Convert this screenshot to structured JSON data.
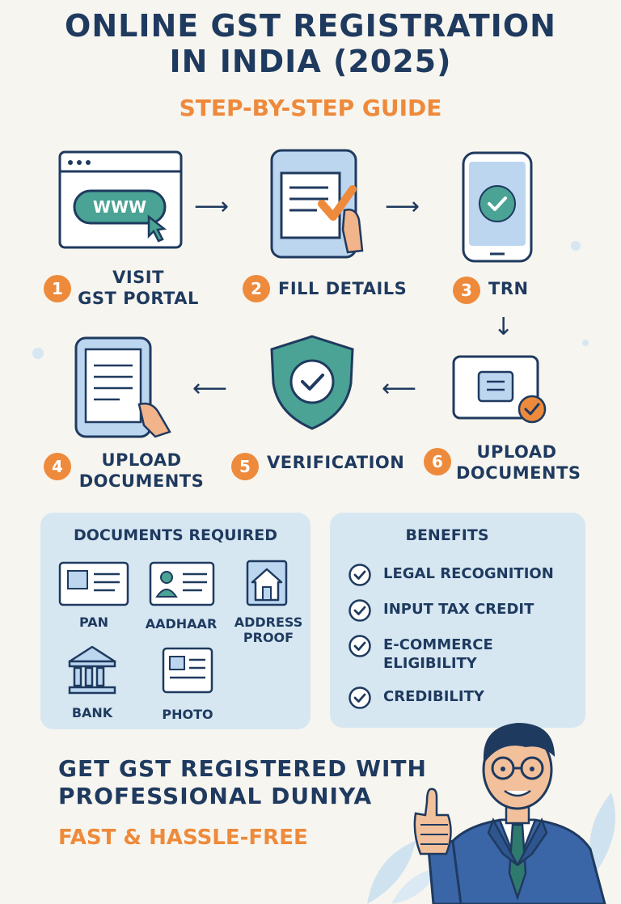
{
  "header": {
    "title_line1": "ONLINE GST REGISTRATION",
    "title_line2": "IN INDIA (2025)",
    "subtitle": "STEP-BY-STEP GUIDE"
  },
  "steps": [
    {
      "number": "1",
      "label_line1": "VISIT",
      "label_line2": "GST PORTAL",
      "icon": "browser-www-icon",
      "url_text": "WWW"
    },
    {
      "number": "2",
      "label_line1": "FILL DETAILS",
      "icon": "tablet-form-check-icon"
    },
    {
      "number": "3",
      "label_line1": "TRN",
      "icon": "phone-checkmark-icon"
    },
    {
      "number": "4",
      "label_line1": "UPLOAD",
      "label_line2": "DOCUMENTS",
      "icon": "tablet-document-icon"
    },
    {
      "number": "5",
      "label_line1": "VERIFICATION",
      "icon": "shield-check-icon"
    },
    {
      "number": "6",
      "label_line1": "UPLOAD",
      "label_line2": "DOCUMENTS",
      "icon": "card-upload-icon"
    }
  ],
  "documents": {
    "title": "DOCUMENTS REQUIRED",
    "items": [
      {
        "label": "PAN",
        "icon": "id-card-icon"
      },
      {
        "label": "AADHAAR",
        "icon": "person-card-icon"
      },
      {
        "label_line1": "ADDRESS",
        "label_line2": "PROOF",
        "icon": "house-icon"
      },
      {
        "label": "BANK",
        "icon": "bank-icon"
      },
      {
        "label": "PHOTO",
        "icon": "photo-card-icon"
      }
    ]
  },
  "benefits": {
    "title": "BENEFITS",
    "items": [
      {
        "line1": "LEGAL RECOGNITION"
      },
      {
        "line1": "INPUT TAX CREDIT"
      },
      {
        "line1": "E-COMMERCE",
        "line2": "ELIGIBILITY"
      },
      {
        "line1": "CREDIBILITY"
      }
    ]
  },
  "cta": {
    "line1": "GET GST REGISTERED WITH",
    "line2": "PROFESSIONAL DUNIYA",
    "tagline": "FAST & HASSLE-FREE"
  },
  "colors": {
    "navy": "#1f3a5f",
    "orange": "#ee8a3b",
    "teal": "#4aa394",
    "light_blue": "#bcd6f0",
    "panel": "#d6e7f2",
    "background": "#f7f5ef"
  }
}
